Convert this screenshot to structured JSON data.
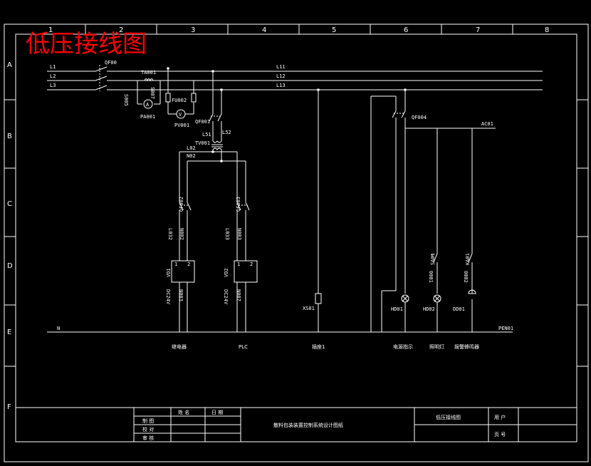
{
  "title": "低压接线图",
  "border": {
    "cols": [
      "1",
      "2",
      "3",
      "4",
      "5",
      "6",
      "7",
      "8"
    ],
    "rows": [
      "A",
      "B",
      "C",
      "D",
      "E",
      "F"
    ]
  },
  "buses": {
    "L1": "L1",
    "L2": "L2",
    "L3": "L3",
    "L11": "L11",
    "L12": "L12",
    "L13": "L13"
  },
  "labels": {
    "qf00": "QF00",
    "ta001": "TA001",
    "s005": "S005",
    "s007": "S007",
    "pa001": "PA001",
    "fu002": "FU002",
    "pv001": "PV001",
    "qf001": "QF001",
    "l51": "L51",
    "l52": "L52",
    "tv001": "TV001",
    "l02": "L02",
    "n02": "N02",
    "qf002": "QF002",
    "l032": "L032",
    "n002": "N002",
    "vd1": "VD1",
    "in1": "1",
    "out1": "2",
    "dc24v_1": "DC24V",
    "n003_1": "N003",
    "qf003": "QF003",
    "l033": "L033",
    "n003": "N003",
    "vd2": "VD2",
    "in2": "1",
    "out2": "2",
    "dc24v_2": "DC24V",
    "n007_2": "N007",
    "xs01": "XS01",
    "qf004": "QF004",
    "ac01": "AC01",
    "sa01": "SA01",
    "ka01": "KA01",
    "n001": "0001",
    "n002b": "0002",
    "hd01": "HD01",
    "hd02": "HD02",
    "dd01": "DD01",
    "n": "N",
    "pen01": "PEN01",
    "cap_controller": "继电器",
    "cap_plc": "PLC",
    "cap_socket": "插座1",
    "cap_power": "电源指示",
    "cap_lamp": "照明灯",
    "cap_alarm": "报警蜂鸣器"
  },
  "titleblock": {
    "name_hdr": "姓 名",
    "date_hdr": "日 期",
    "row1": "制 图",
    "row2": "校 对",
    "row3": "审 核",
    "project": "散料包装装置控制系统设计图纸",
    "drawing": "低压接线图",
    "user": "用 户",
    "page": "页 号"
  }
}
